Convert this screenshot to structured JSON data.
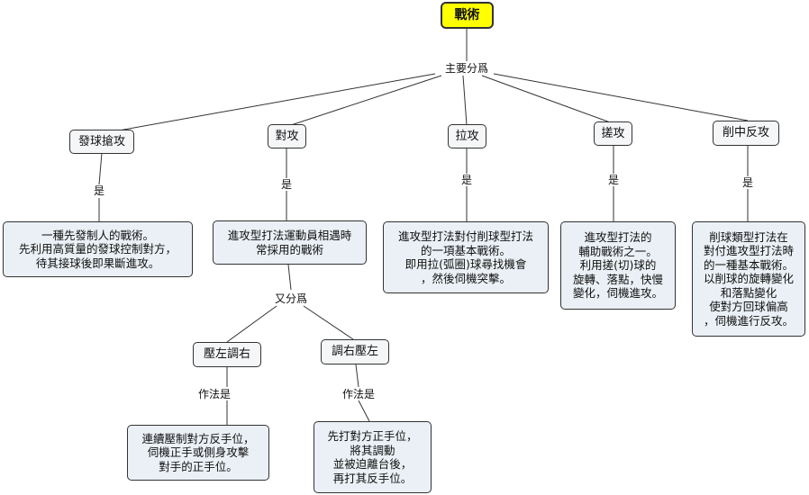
{
  "root": {
    "label": "戰術"
  },
  "root_link": "主要分爲",
  "techniques": [
    {
      "label": "發球搶攻",
      "link": "是",
      "description": "一種先發制人的戰術。\n先利用高質量的發球控制對方，\n待其接球後即果斷進攻。"
    },
    {
      "label": "對攻",
      "link": "是",
      "description": "進攻型打法運動員相遇時\n常採用的戰術"
    },
    {
      "label": "拉攻",
      "link": "是",
      "description": "進攻型打法對付削球型打法\n的一項基本戰術。\n即用拉(弧圈)球尋找機會\n，然後伺機突擊。"
    },
    {
      "label": "搓攻",
      "link": "是",
      "description": "進攻型打法的\n輔助戰術之一。\n利用搓(切)球的\n旋轉、落點，快慢\n變化，伺機進攻。"
    },
    {
      "label": "削中反攻",
      "link": "是",
      "description": "削球類型打法在\n對付進攻型打法時\n的一種基本戰術。\n以削球的旋轉變化\n和落點變化\n使對方回球偏高\n，伺機進行反攻。"
    }
  ],
  "sub_link": "又分爲",
  "sub_techniques": [
    {
      "label": "壓左調右",
      "link": "作法是",
      "description": "連續壓制對方反手位，\n伺機正手或側身攻擊\n對手的正手位。"
    },
    {
      "label": "調右壓左",
      "link": "作法是",
      "description": "先打對方正手位，\n將其調動\n並被迫離台後，\n再打其反手位。"
    }
  ],
  "colors": {
    "root_fill": "#ffff00",
    "concept_fill": "#f4f6f8",
    "description_fill": "#eaf0f5",
    "line": "#333333"
  }
}
